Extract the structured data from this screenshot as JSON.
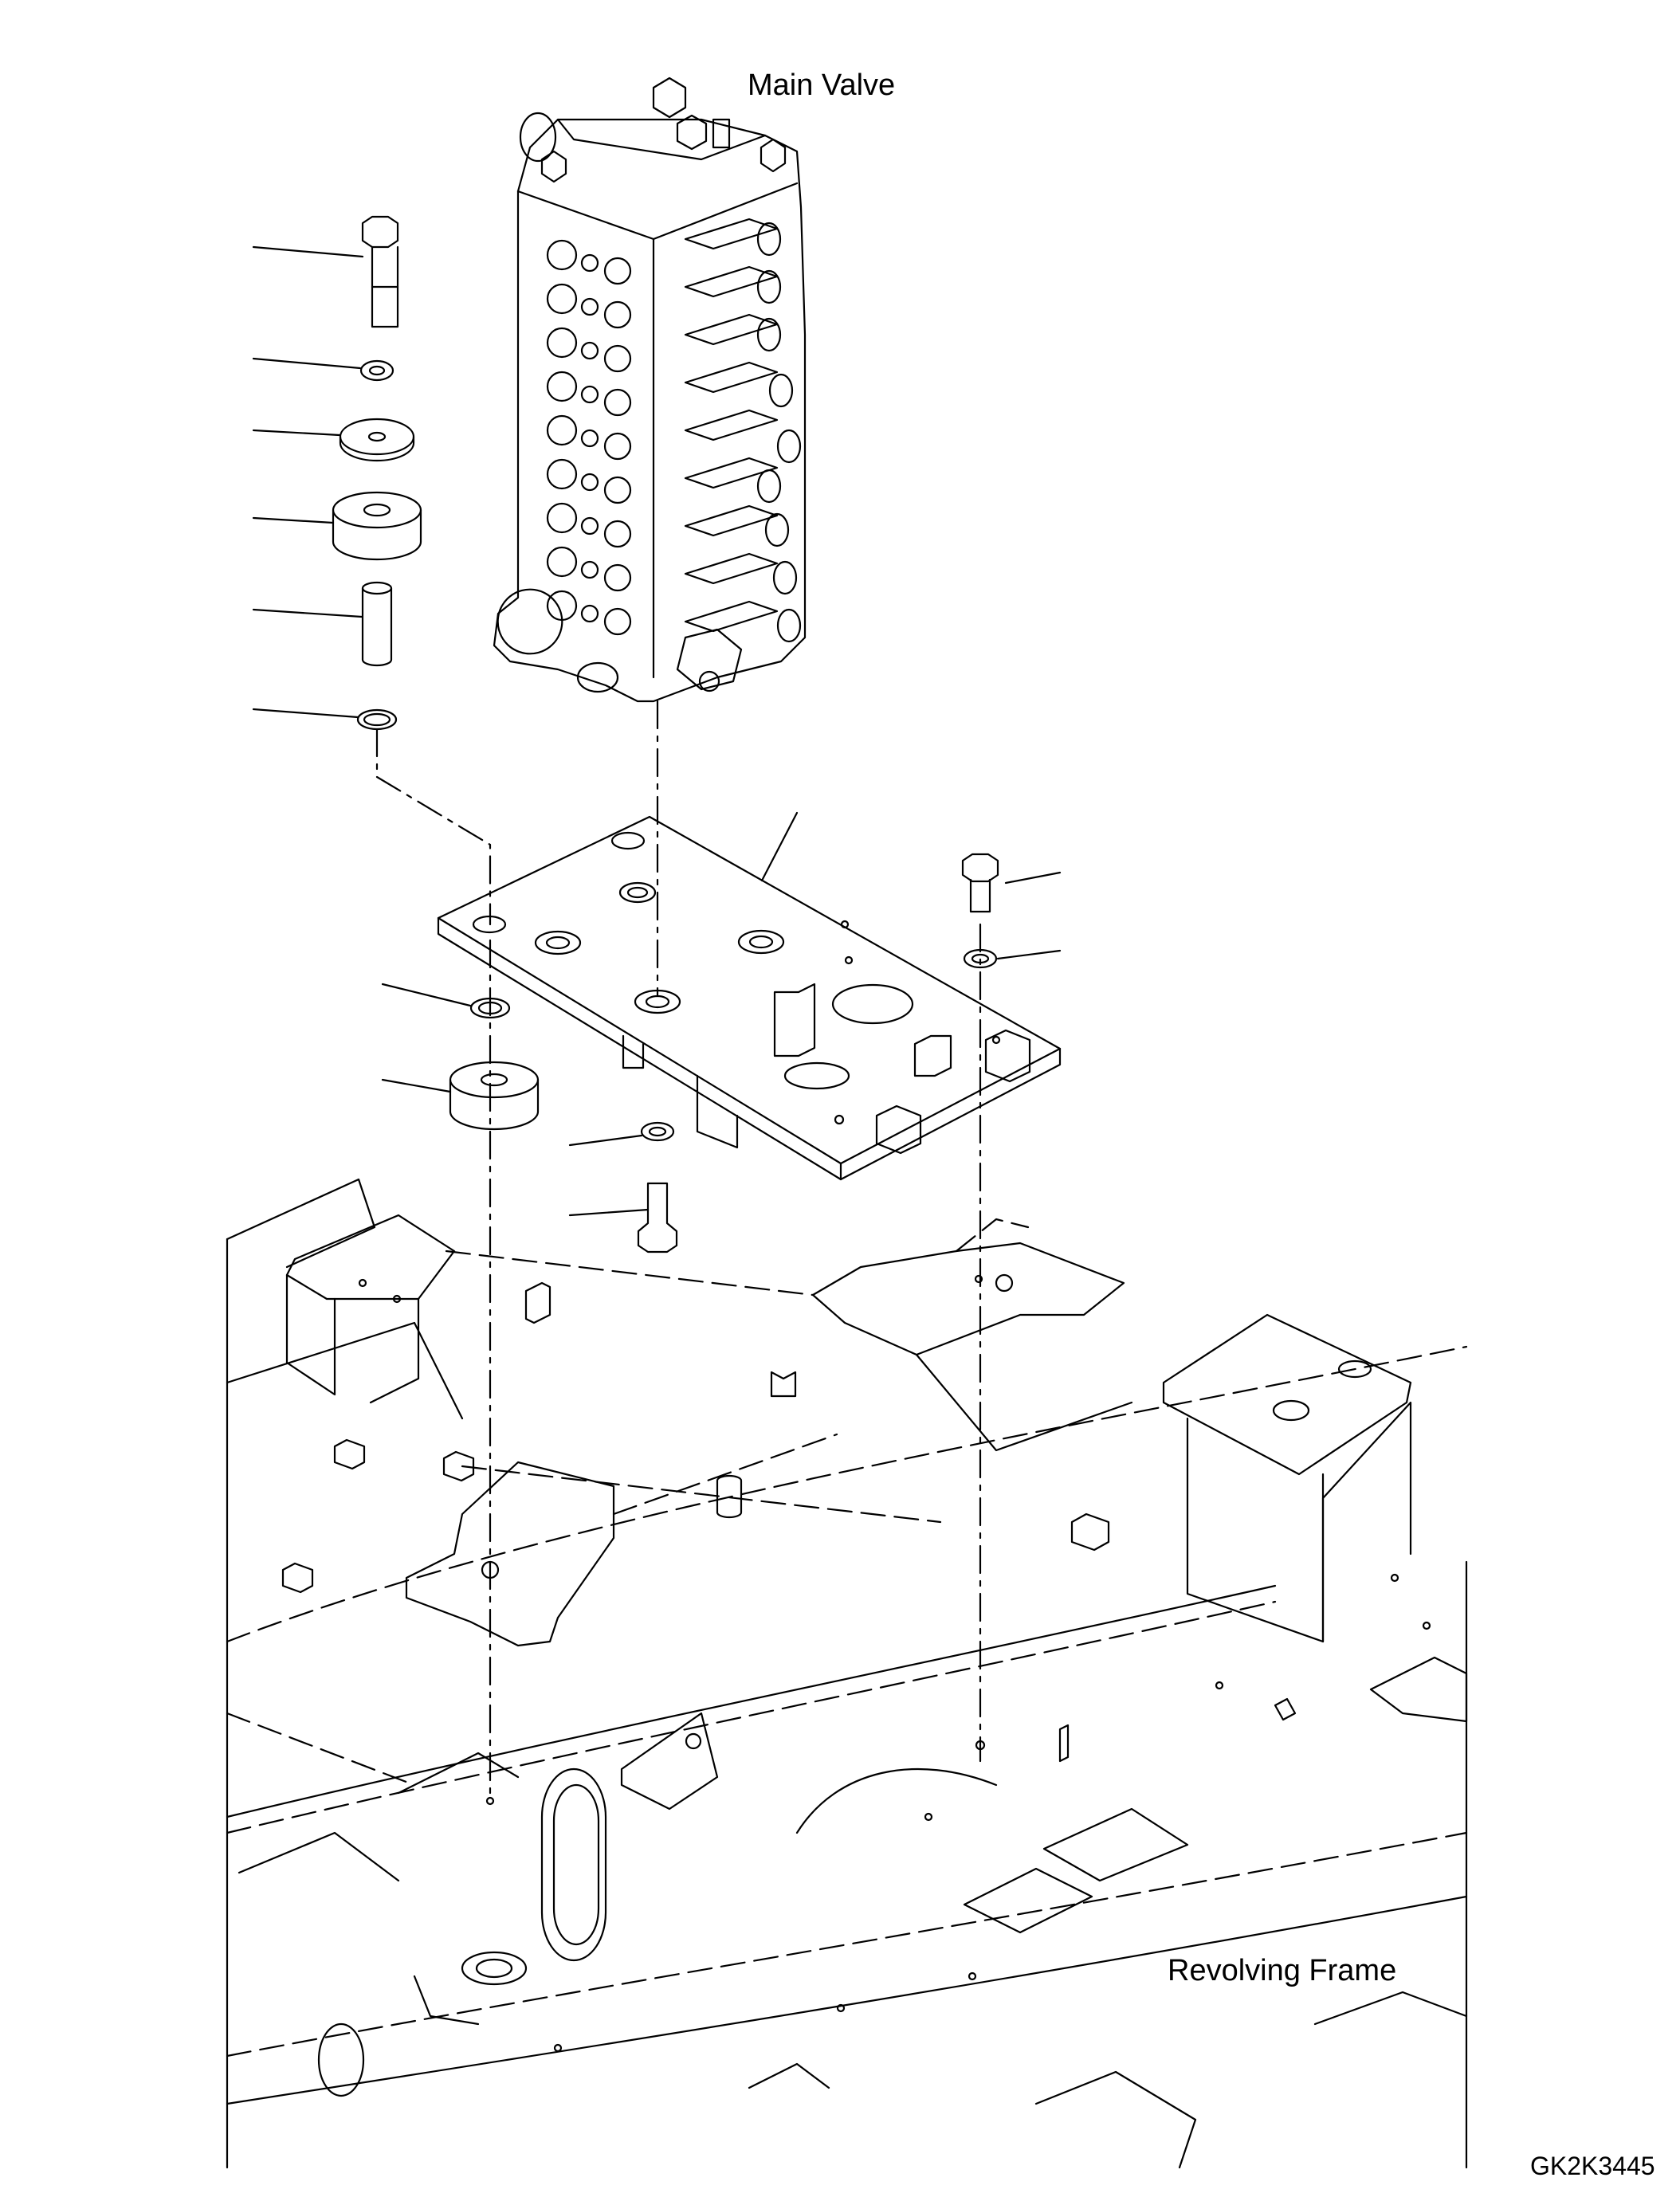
{
  "labels": {
    "main_valve": "Main Valve",
    "revolving_frame": "Revolving Frame",
    "figure_code": "GK2K3445"
  },
  "colors": {
    "line": "#000000",
    "background": "#ffffff"
  }
}
